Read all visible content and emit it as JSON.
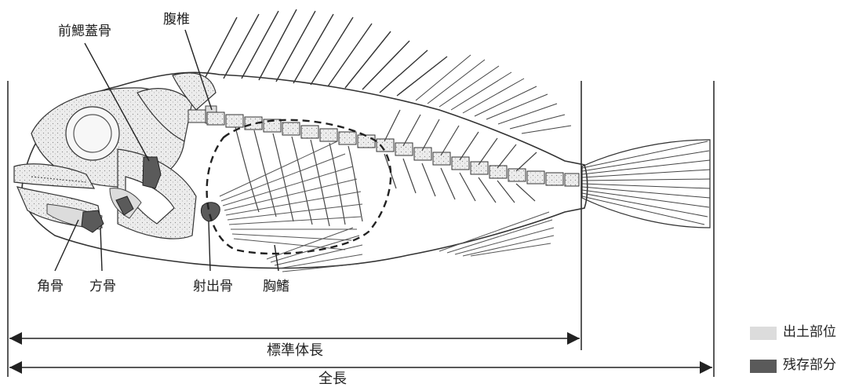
{
  "labels": {
    "preopercle": "前鰓蓋骨",
    "abdominal_vertebra": "腹椎",
    "angular": "角骨",
    "quadrate": "方骨",
    "radial": "射出骨",
    "pectoral_fin": "胸鰭",
    "standard_length": "標準体長",
    "total_length": "全長"
  },
  "legend": [
    {
      "label": "出土部位",
      "color": "#dcdcdc"
    },
    {
      "label": "残存部分",
      "color": "#5a5a5a"
    }
  ]
}
